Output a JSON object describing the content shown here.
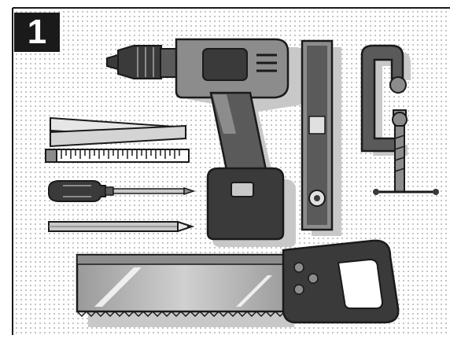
{
  "step": {
    "number": "1"
  },
  "tools": [
    {
      "name": "cordless-drill"
    },
    {
      "name": "spirit-level"
    },
    {
      "name": "c-clamp"
    },
    {
      "name": "folding-rule"
    },
    {
      "name": "screwdriver"
    },
    {
      "name": "pencil"
    },
    {
      "name": "hand-saw"
    }
  ],
  "colors": {
    "outline": "#1a1a1a",
    "dark_gray": "#3a3a3a",
    "mid_gray": "#8c8c8c",
    "light_gray": "#c8c8c8",
    "pegboard_dot": "#9a9a9a",
    "background": "#ffffff"
  }
}
